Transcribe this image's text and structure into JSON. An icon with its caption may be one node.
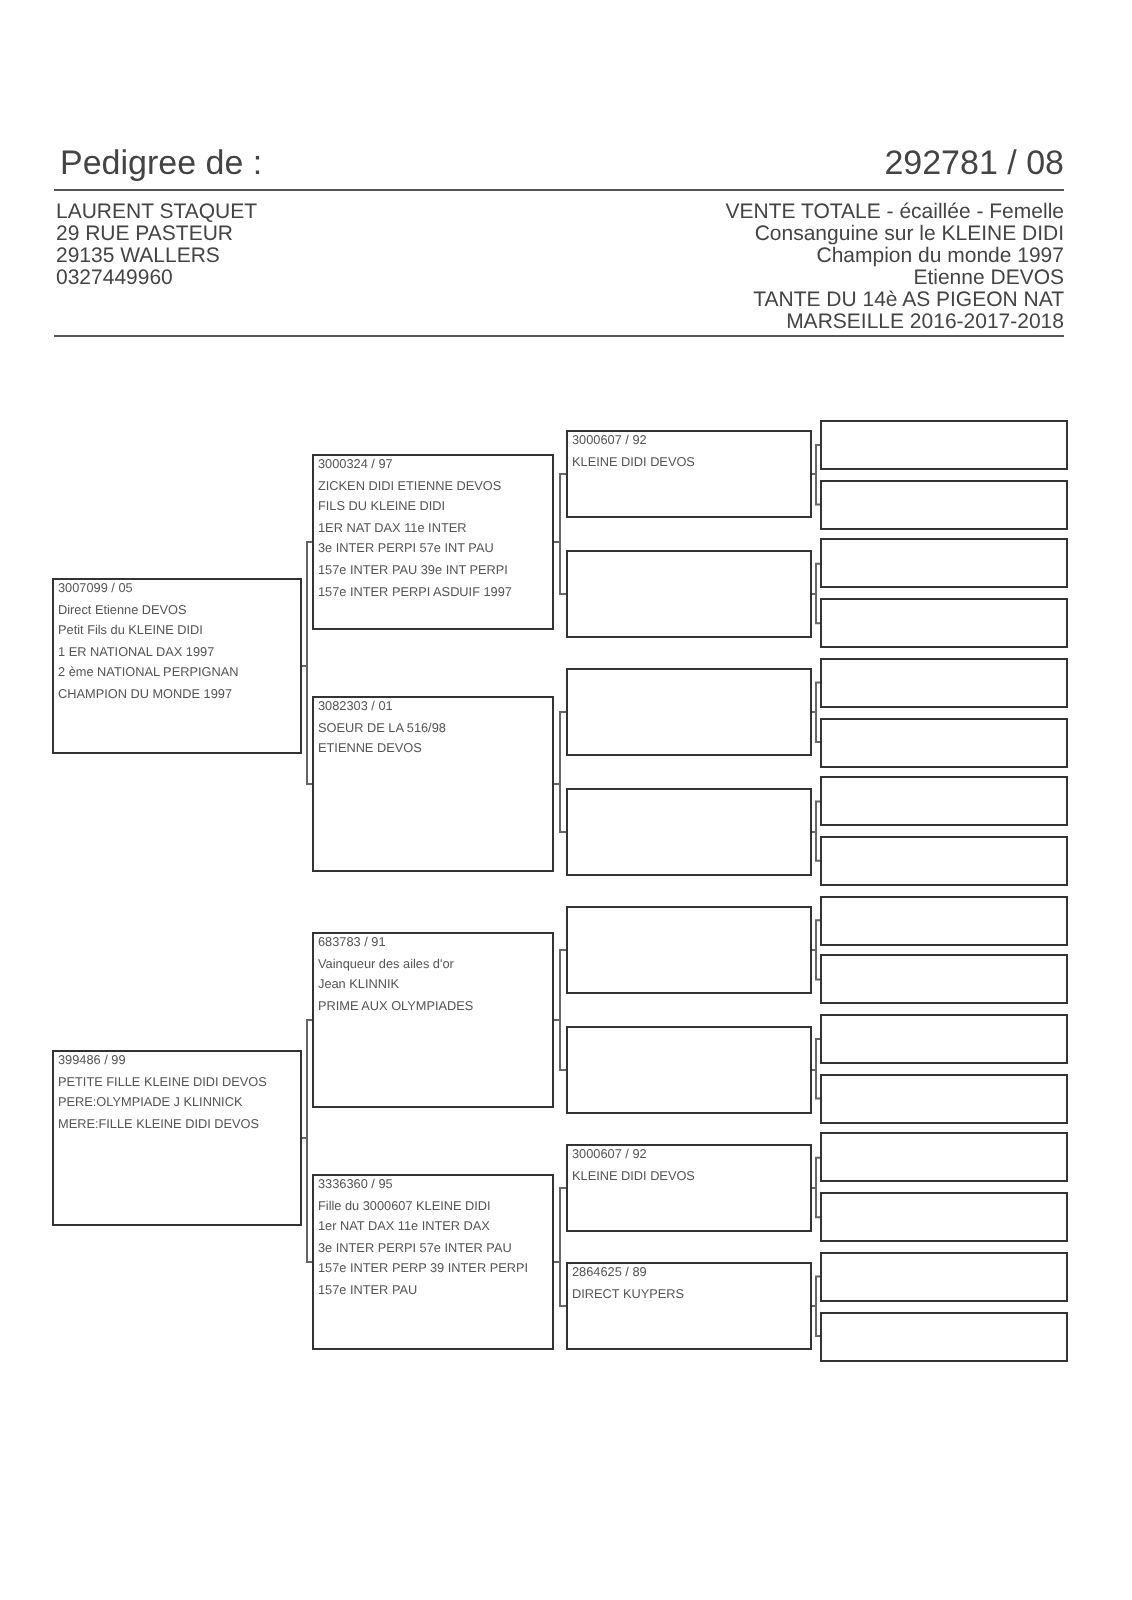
{
  "diagram": {
    "title": "Pedigree de :",
    "nodes": [
      {
        "text": [
          "3007099 / 05",
          "Direct Etienne DEVOS",
          "Petit Fils du KLEINE DIDI",
          "1 ER NATIONAL DAX 1997",
          "2 ème NATIONAL PERPIGNAN",
          "CHAMPION DU MONDE 1997"
        ]
      },
      {
        "text": [
          "399486 / 99",
          "PETITE FILLE KLEINE DIDI DEVOS",
          "PERE:OLYMPIADE J KLINNICK",
          "MERE:FILLE KLEINE DIDI DEVOS"
        ]
      },
      {
        "text": [
          "3000324 / 97",
          "ZICKEN DIDI ETIENNE DEVOS",
          "FILS DU KLEINE DIDI",
          "1ER NAT DAX 11e INTER",
          "3e INTER PERPI 57e INT PAU",
          "157e INTER PAU 39e INT PERPI",
          "157e INTER PERPI ASDUIF 1997"
        ]
      },
      {
        "text": [
          "3082303 / 01",
          "SOEUR DE LA 516/98",
          "ETIENNE DEVOS"
        ]
      },
      {
        "text": [
          "683783 / 91",
          "Vainqueur des ailes d'or",
          "Jean KLINNIK",
          "PRIME AUX OLYMPIADES"
        ]
      },
      {
        "text": [
          "3336360 / 95",
          "Fille du 3000607 KLEINE DIDI",
          "1er NAT DAX 11e INTER DAX",
          "3e INTER PERPI 57e INTER PAU",
          "157e INTER PERP 39 INTER PERPI",
          "157e INTER PAU"
        ]
      },
      {
        "text": [
          "3000607 / 92",
          "KLEINE DIDI DEVOS"
        ]
      },
      {
        "text": [],
        "shape": "box"
      },
      {
        "text": [],
        "shape": "box"
      },
      {
        "text": [],
        "shape": "box"
      },
      {
        "text": [],
        "shape": "box"
      },
      {
        "text": [],
        "shape": "box"
      },
      {
        "text": [
          "3000607 / 92",
          "KLEINE DIDI DEVOS"
        ]
      },
      {
        "text": [
          "2864625 / 89",
          "DIRECT KUYPERS"
        ]
      },
      {
        "text": [],
        "shape": "box"
      },
      {
        "text": [],
        "shape": "box"
      },
      {
        "text": [],
        "shape": "box"
      },
      {
        "text": [],
        "shape": "box"
      },
      {
        "text": [],
        "shape": "box"
      },
      {
        "text": [],
        "shape": "box"
      },
      {
        "text": [],
        "shape": "box"
      },
      {
        "text": [],
        "shape": "box"
      },
      {
        "text": [],
        "shape": "box"
      },
      {
        "text": [],
        "shape": "box"
      },
      {
        "text": [],
        "shape": "box"
      },
      {
        "text": [],
        "shape": "box"
      },
      {
        "text": [],
        "shape": "box"
      },
      {
        "text": [],
        "shape": "box"
      },
      {
        "text": [],
        "shape": "box"
      },
      {
        "text": [],
        "shape": "box"
      }
    ],
    "edges": [
      {
        "from": 0,
        "to": 2,
        "arrow": "none"
      },
      {
        "from": 0,
        "to": 3,
        "arrow": "none"
      },
      {
        "from": 1,
        "to": 4,
        "arrow": "none"
      },
      {
        "from": 1,
        "to": 5,
        "arrow": "none"
      },
      {
        "from": 2,
        "to": 6,
        "arrow": "none"
      },
      {
        "from": 2,
        "to": 7,
        "arrow": "none"
      },
      {
        "from": 3,
        "to": 8,
        "arrow": "none"
      },
      {
        "from": 3,
        "to": 9,
        "arrow": "none"
      },
      {
        "from": 4,
        "to": 10,
        "arrow": "none"
      },
      {
        "from": 4,
        "to": 11,
        "arrow": "none"
      },
      {
        "from": 5,
        "to": 12,
        "arrow": "none"
      },
      {
        "from": 5,
        "to": 13,
        "arrow": "none"
      },
      {
        "from": 6,
        "to": 14,
        "arrow": "none"
      },
      {
        "from": 6,
        "to": 15,
        "arrow": "none"
      },
      {
        "from": 7,
        "to": 16,
        "arrow": "none"
      },
      {
        "from": 7,
        "to": 17,
        "arrow": "none"
      },
      {
        "from": 8,
        "to": 18,
        "arrow": "none"
      },
      {
        "from": 8,
        "to": 19,
        "arrow": "none"
      },
      {
        "from": 9,
        "to": 20,
        "arrow": "none"
      },
      {
        "from": 9,
        "to": 21,
        "arrow": "none"
      },
      {
        "from": 10,
        "to": 22,
        "arrow": "none"
      },
      {
        "from": 10,
        "to": 23,
        "arrow": "none"
      },
      {
        "from": 11,
        "to": 24,
        "arrow": "none"
      },
      {
        "from": 11,
        "to": 25,
        "arrow": "none"
      },
      {
        "from": 12,
        "to": 26,
        "arrow": "none"
      },
      {
        "from": 12,
        "to": 27,
        "arrow": "none"
      },
      {
        "from": 13,
        "to": 28,
        "arrow": "none"
      },
      {
        "from": 13,
        "to": 29,
        "arrow": "none"
      }
    ],
    "labels": [
      "292781 / 08",
      "LAURENT STAQUET",
      "29 RUE PASTEUR",
      "29135 WALLERS",
      "0327449960",
      "VENTE TOTALE - écaillée - Femelle",
      "Consanguine sur le KLEINE DIDI",
      "Champion du monde 1997",
      "Etienne DEVOS",
      "TANTE DU 14è AS PIGEON NAT",
      "MARSEILLE 2016-2017-2018"
    ]
  }
}
